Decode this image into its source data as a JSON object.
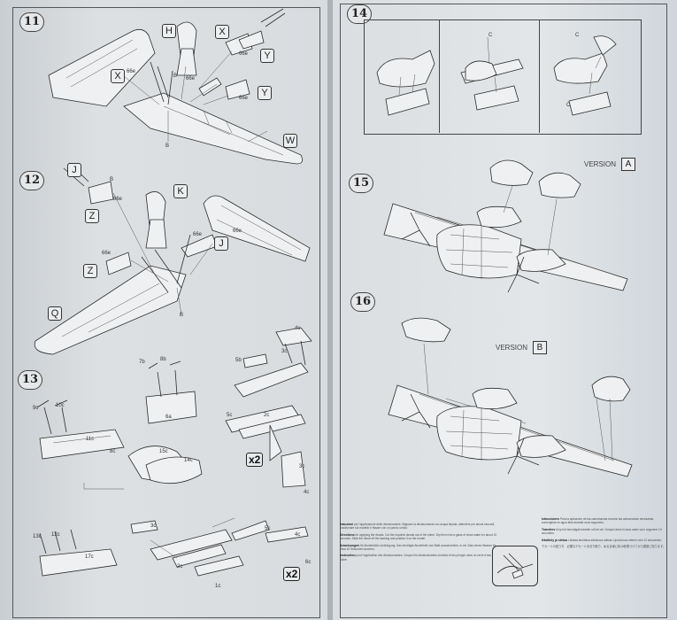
{
  "steps": {
    "s11": "11",
    "s12": "12",
    "s13": "13",
    "s14": "14",
    "s15": "15",
    "s16": "16"
  },
  "step11": {
    "labels": {
      "H": "H",
      "X1": "X",
      "X2": "X",
      "Y1": "Y",
      "Y2": "Y",
      "W": "W"
    },
    "parts": {
      "p66a": "66e",
      "p66b": "66e",
      "p66c": "66e",
      "p66d": "66e",
      "pB": "B",
      "pB2": "B"
    }
  },
  "step12": {
    "labels": {
      "J1": "J",
      "J2": "J",
      "K": "K",
      "Z1": "Z",
      "Z2": "Z",
      "Q": "Q"
    },
    "parts": {
      "p66a": "66e",
      "p66b": "66e",
      "p66c": "66e",
      "p66d": "66e",
      "pB": "B",
      "pB2": "B"
    }
  },
  "step13": {
    "parts": {
      "p4c": "4c",
      "p3c": "3c",
      "p5b": "5b",
      "p7b": "7b",
      "p8b": "8b",
      "p6a": "6a",
      "p9c": "9c",
      "p10c": "10c",
      "p11c": "11c",
      "p8c": "8c",
      "p15c": "15c",
      "p14c": "14c",
      "p5c": "5c",
      "p2c": "2c",
      "p3c2": "3c",
      "p4c2": "4c",
      "p13c": "13c",
      "p12c": "12c",
      "p17c": "17c",
      "p3c3": "3c",
      "p2c2": "2c",
      "p5c2": "5c",
      "p4c3": "4c",
      "p6c": "6c",
      "p1c": "1c"
    },
    "multiplier_top": "x2",
    "multiplier_bottom": "x2"
  },
  "step14": {
    "parts": {
      "pC": "C",
      "pC2": "C",
      "pC3": "C"
    }
  },
  "step15": {
    "version_label": "VERSION",
    "version_code": "A"
  },
  "step16": {
    "version_label": "VERSION",
    "version_code": "B"
  },
  "notes_left": [
    {
      "title": "Istruzioni",
      "text": "per l'applicazione delle decalcomanie. Bagnare la decalcomania con acqua tiepida, attendere per alcuni secondi, posizionare sul modello e fissare con un panno umido."
    },
    {
      "title": "Directions",
      "text": "for applying the decals. Cut the required decals out of the sheet. Dip them into a glass of clean water for about 10 seconds. Slide the decal off the backing and position it on the model."
    },
    {
      "title": "Anweisungen",
      "text": "für Abziehbilder-Anbringung. Das benötigte Abziehbild vom Blatt ausschneiden, in ein Glas reines Wasser für etwa 10 Sekunden tauchen."
    },
    {
      "title": "Instruction",
      "text": "pour l'application des décalcomanies. Couper les décalcomanies choisies et les plonger dans un verre d'eau claire."
    }
  ],
  "notes_right": [
    {
      "title": "Istrucciones",
      "text": "Para la aplicación de las calcomanías recortar las calcomanías necesarias, sumergirlas en agua tibia durante unos segundos."
    },
    {
      "title": "Transfers",
      "text": "Knip het benodigde transfer uit het vel. Dompel deze in lauw water voor ongeveer 10 seconden."
    },
    {
      "title": "Käsittely ja siirtoa",
      "text": "Leikkaa tarvittava siirtokuva arkista. Upota kuva veteen noin 10 sekunniksi."
    },
    {
      "title": "",
      "text": "デカールの貼り方　必要なデカールを切り取り、ぬるま湯に約10秒間つけてから模型に貼ります。"
    }
  ]
}
